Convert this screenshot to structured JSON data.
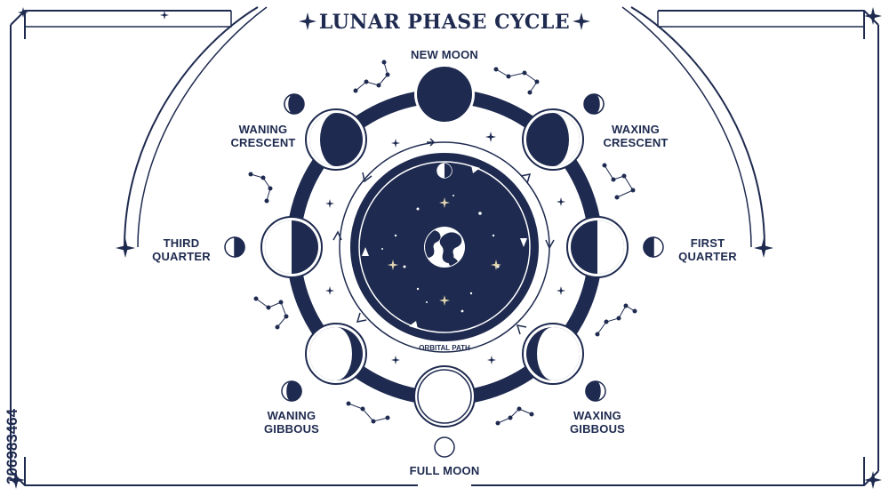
{
  "title": "LUNAR PHASE CYCLE",
  "phases": {
    "new_moon": "NEW MOON",
    "waxing_crescent": [
      "WAXING",
      "CRESCENT"
    ],
    "first_quarter": [
      "FIRST",
      "QUARTER"
    ],
    "waxing_gibbous": [
      "WAXING",
      "GIBBOUS"
    ],
    "full_moon": "FULL MOON",
    "waning_gibbous": [
      "WANING",
      "GIBBOUS"
    ],
    "third_quarter": [
      "THIRD",
      "QUARTER"
    ],
    "waning_crescent": [
      "WANING",
      "CRESCENT"
    ]
  },
  "orbital_path_label": "ORBITAL PATH",
  "stock_id": "206983464",
  "colors": {
    "ink": "#1e2a4f",
    "paper": "#ffffff"
  }
}
